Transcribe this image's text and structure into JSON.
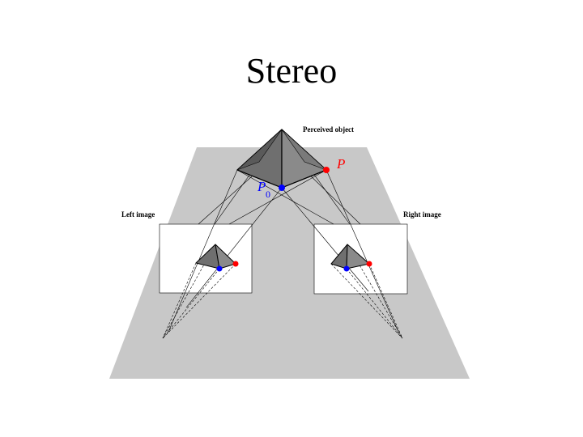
{
  "slide": {
    "title": "Stereo"
  },
  "diagram": {
    "perceived_object_label": "Perceived object",
    "left_image_label": "Left image",
    "right_image_label": "Right image",
    "point_p": "P",
    "point_p0": "P",
    "point_p0_subscript": "0"
  },
  "colors": {
    "ground": "#c8c8c8",
    "image_plane": "#ffffff",
    "pyramid_face_dark": "#6f6f6f",
    "pyramid_face_light": "#999999",
    "point_p": "#ff0000",
    "point_p0": "#0000ff",
    "rays": "#000000"
  }
}
